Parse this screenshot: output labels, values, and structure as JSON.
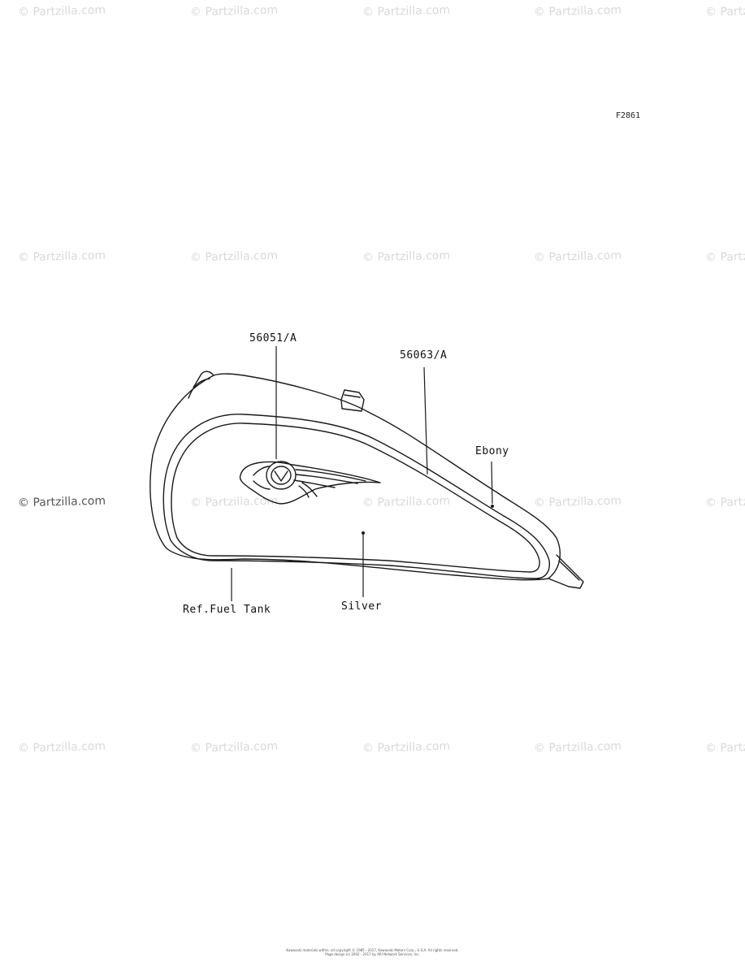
{
  "figure_id": "F2861",
  "watermark": "© Partzilla.com",
  "callouts": {
    "part_a": "56051/A",
    "part_b": "56063/A",
    "ebony": "Ebony",
    "silver": "Silver",
    "ref_fuel_tank": "Ref.Fuel Tank"
  },
  "copyright_lines": [
    "Kawasaki materials within, all copyright © 1985 - 2017, Kawasaki Motors Corp., U.S.A. All rights reserved.",
    "Page design (c) 2002 - 2017 by ARI Network Services, Inc."
  ],
  "colors": {
    "line": "#1a1a1a",
    "watermark": "#d9d9d9"
  }
}
